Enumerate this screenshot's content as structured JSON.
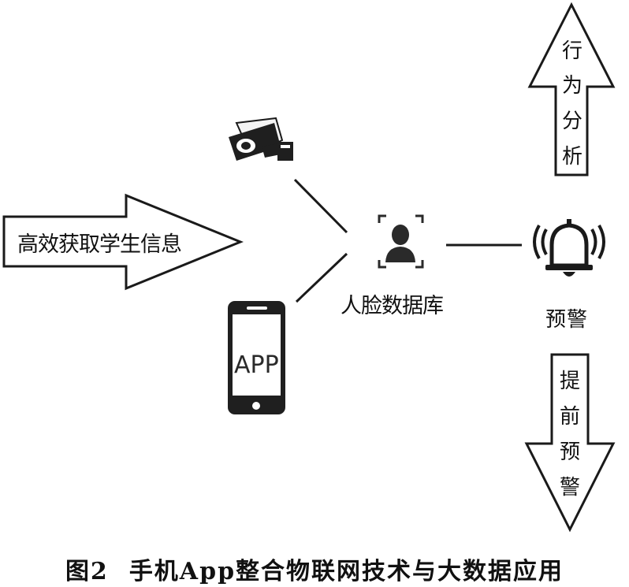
{
  "labels": {
    "arrow_left": "高效获取学生信息",
    "database": "人脸数据库",
    "warning": "预警",
    "app": "APP"
  },
  "arrow_up_chars": [
    "行",
    "为",
    "分",
    "析"
  ],
  "arrow_down_chars": [
    "提",
    "前",
    "预",
    "警"
  ],
  "caption": {
    "number": "图2",
    "text": "手机App整合物联网技术与大数据应用"
  },
  "icons": {
    "camera": "surveillance-camera-icon",
    "phone": "smartphone-icon",
    "face": "face-recognition-icon",
    "bell": "alarm-bell-icon"
  },
  "colors": {
    "ink": "#1a1a1a",
    "arrow_fill": "#ffffff",
    "page_bg": "#ffffff"
  }
}
